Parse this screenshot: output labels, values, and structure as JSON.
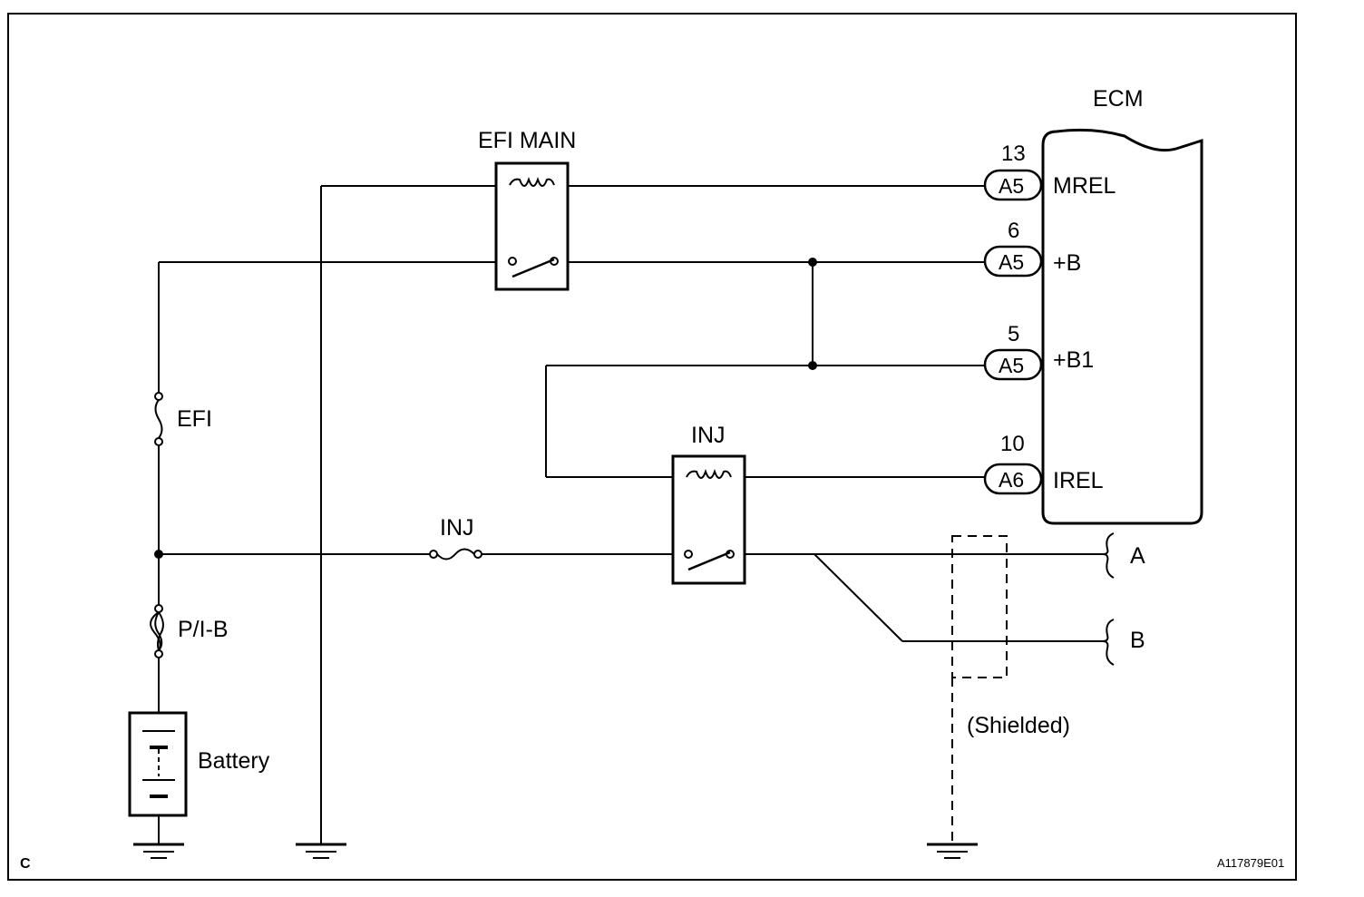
{
  "ecm": {
    "title": "ECM",
    "pins": [
      {
        "pin": "13",
        "connector": "A5",
        "signal": "MREL"
      },
      {
        "pin": "6",
        "connector": "A5",
        "signal": "+B"
      },
      {
        "pin": "5",
        "connector": "A5",
        "signal": "+B1"
      },
      {
        "pin": "10",
        "connector": "A6",
        "signal": "IREL"
      }
    ]
  },
  "relays": {
    "efi_main": "EFI MAIN",
    "inj": "INJ"
  },
  "fuses": {
    "efi": "EFI",
    "inj": "INJ",
    "pib": "P/I-B"
  },
  "battery": "Battery",
  "outputs": {
    "a": "A",
    "b": "B"
  },
  "shield_label": "(Shielded)",
  "corner_label": "C",
  "figure_id": "A117879E01"
}
